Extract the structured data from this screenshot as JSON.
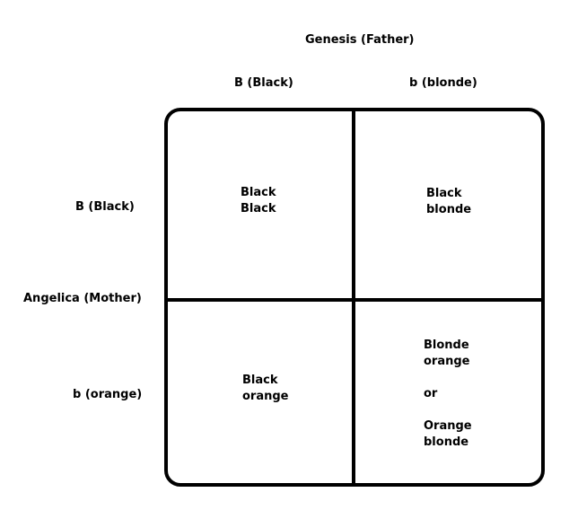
{
  "father": {
    "title": "Genesis (Father)",
    "allele1": "B (Black)",
    "allele2": "b (blonde)"
  },
  "mother": {
    "title": "Angelica (Mother)",
    "allele1": "B (Black)",
    "allele2": "b (orange)"
  },
  "cells": {
    "top_left": [
      "Black",
      "Black"
    ],
    "top_right": [
      "Black",
      "blonde"
    ],
    "bottom_left": [
      "Black",
      "orange"
    ],
    "bottom_right": [
      "Blonde",
      "orange",
      "or",
      "Orange",
      "blonde"
    ]
  }
}
